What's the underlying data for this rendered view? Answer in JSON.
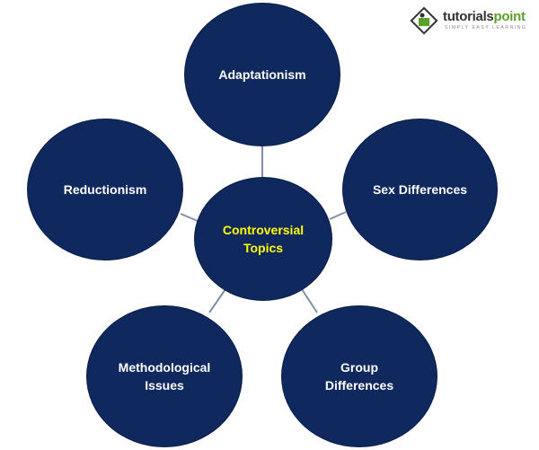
{
  "logo": {
    "name_part1": "tutorials",
    "name_part2": "point",
    "tagline": "SIMPLY EASY LEARNING"
  },
  "center": {
    "label": "Controversial Topics"
  },
  "nodes": {
    "adaptationism": "Adaptationism",
    "reductionism": "Reductionism",
    "sex_differences": "Sex Differences",
    "methodological_issues": "Methodological Issues",
    "group_differences": "Group Differences"
  },
  "colors": {
    "node_fill": "#0f285e",
    "center_text": "#ffff00",
    "node_text": "#ffffff",
    "connector": "#7f8ea6"
  }
}
